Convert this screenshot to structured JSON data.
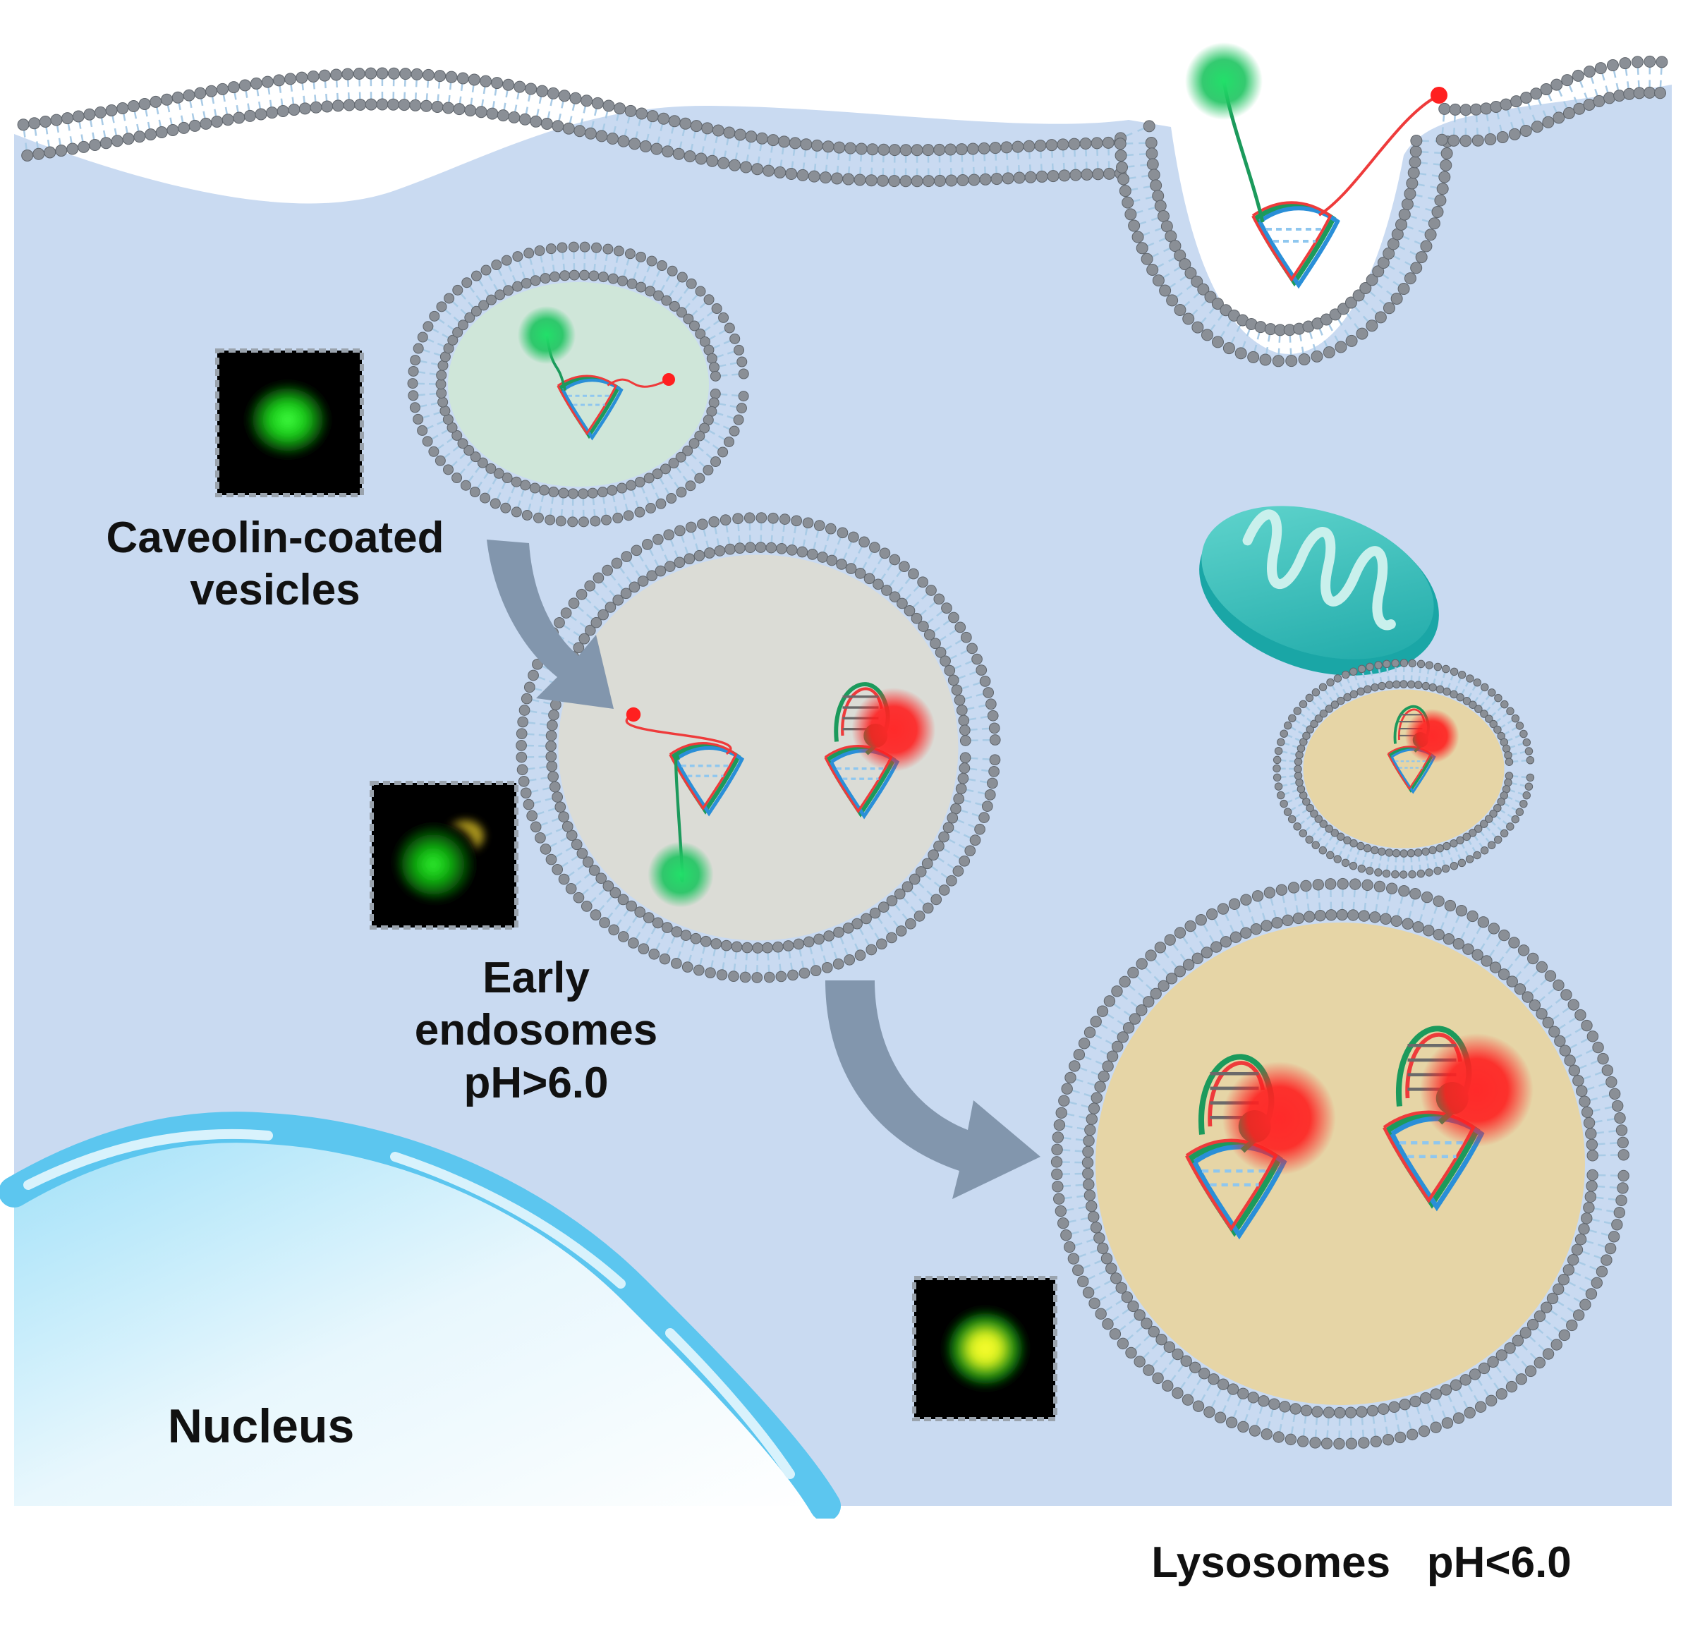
{
  "labels": {
    "caveolin": [
      "Caveolin-coated",
      "vesicles"
    ],
    "early": [
      "Early",
      "endosomes",
      "pH>6.0"
    ],
    "lysosomes": "Lysosomes   pH<6.0",
    "nucleus": "Nucleus"
  },
  "colors": {
    "cytoplasm": "#c9daf1",
    "nucleus": "#55c3ee",
    "membrane_head": "#8a8f96",
    "membrane_tail": "#a9cbe6",
    "caveolin": "#6d6ca8",
    "vesicle_caveolin": "#cfe6d9",
    "vesicle_early": "#dbdcd6",
    "vesicle_lysosome": "#e6d5a6",
    "dna_green": "#1c9a5c",
    "dna_red": "#ee3b3b",
    "dna_blue": "#2a8fd8",
    "fluor_green": "#1fd060",
    "fluor_red": "#ff2020",
    "mitochondrion": "#2bb8b3",
    "arrow": "#8296ad"
  },
  "icons": [
    "fluorescence-green-icon",
    "fluorescence-merge-icon",
    "fluorescence-yellow-icon"
  ]
}
